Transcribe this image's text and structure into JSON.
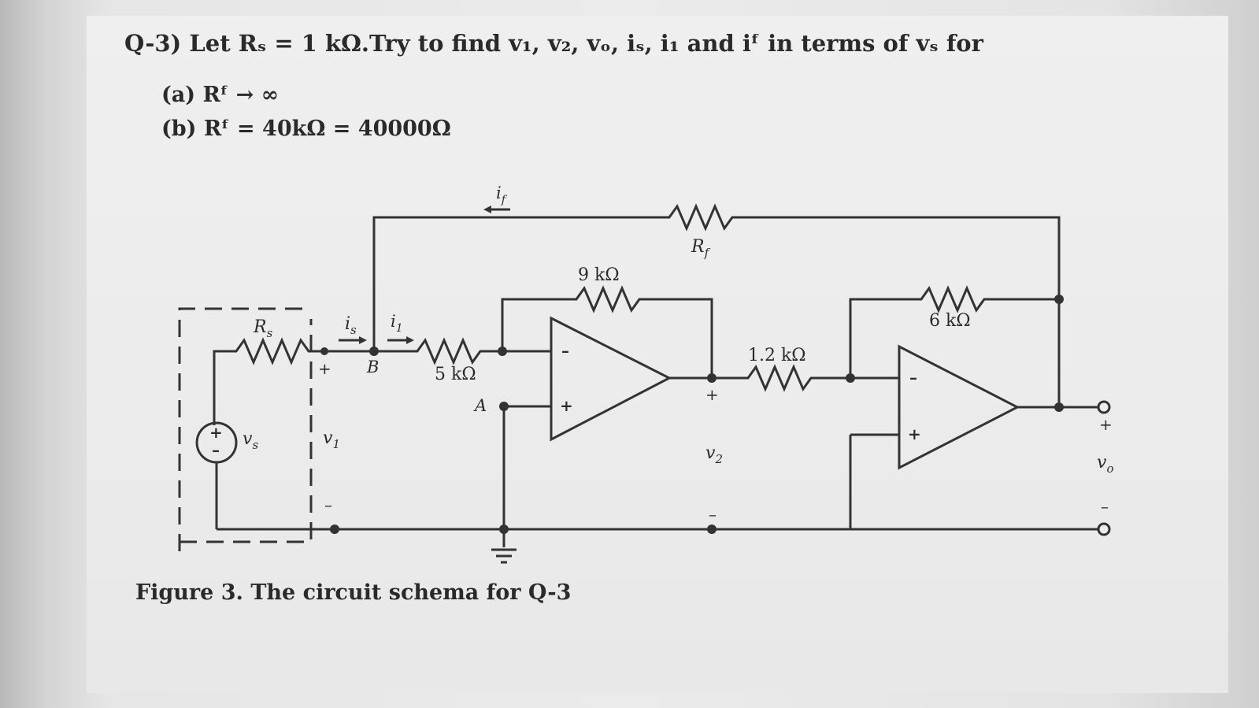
{
  "question": {
    "text": "Q-3) Let Rₛ = 1 kΩ.Try to find v₁, v₂, vₒ, iₛ, i₁ and iᶠ in terms of vₛ for"
  },
  "parts": [
    {
      "label": "(a) Rᶠ → ∞"
    },
    {
      "label": "(b) Rᶠ = 40kΩ = 40000Ω"
    }
  ],
  "circuit": {
    "rs": "R",
    "rs_sub": "s",
    "vs": "v",
    "vs_sub": "s",
    "v1": "v",
    "v1_sub": "1",
    "is": "i",
    "is_sub": "s",
    "i1": "i",
    "i1_sub": "1",
    "if": "i",
    "if_sub": "f",
    "rf": "R",
    "rf_sub": "f",
    "node_b": "B",
    "node_a": "A",
    "r_5k": "5 kΩ",
    "r_9k": "9 kΩ",
    "r_1_2k": "1.2 kΩ",
    "r_6k": "6 kΩ",
    "v2": "v",
    "v2_sub": "2",
    "vo": "v",
    "vo_sub": "o",
    "plus": "+",
    "minus": "–"
  },
  "caption": "Figure 3. The circuit schema for Q-3"
}
